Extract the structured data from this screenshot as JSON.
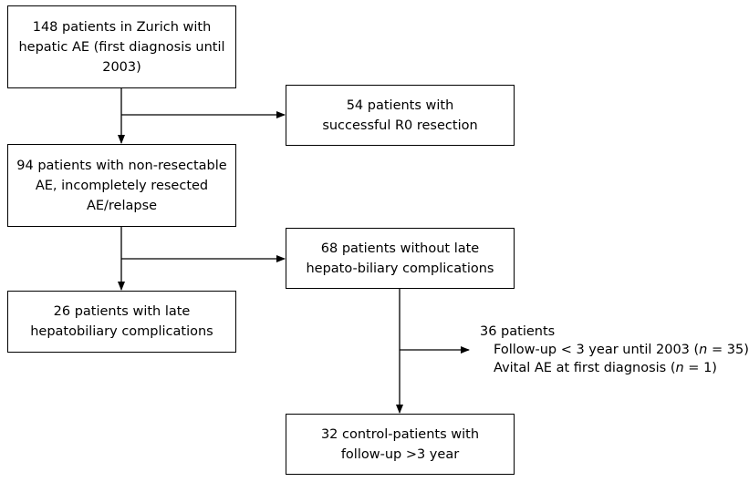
{
  "boxes": {
    "start": [
      "148 patients in Zurich with",
      "hepatic AE (first diagnosis until",
      "2003)"
    ],
    "resected": [
      "54 patients with",
      "successful R0 resection"
    ],
    "nonresectable": [
      "94 patients with non-resectable",
      "AE, incompletely resected",
      "AE/relapse"
    ],
    "no_complications": [
      "68 patients without late",
      "hepato-biliary complications"
    ],
    "complications": [
      "26 patients with late",
      "hepatobiliary complications"
    ],
    "controls": [
      "32 control-patients with",
      "follow-up >3 year"
    ]
  },
  "excluded": {
    "title": "36 patients",
    "item1": {
      "prefix": "Follow-up < 3 year until 2003 (",
      "n": "n",
      "suffix": " = 35)"
    },
    "item2": {
      "prefix": "Avital AE at first diagnosis (",
      "n": "n",
      "suffix": " = 1)"
    }
  }
}
